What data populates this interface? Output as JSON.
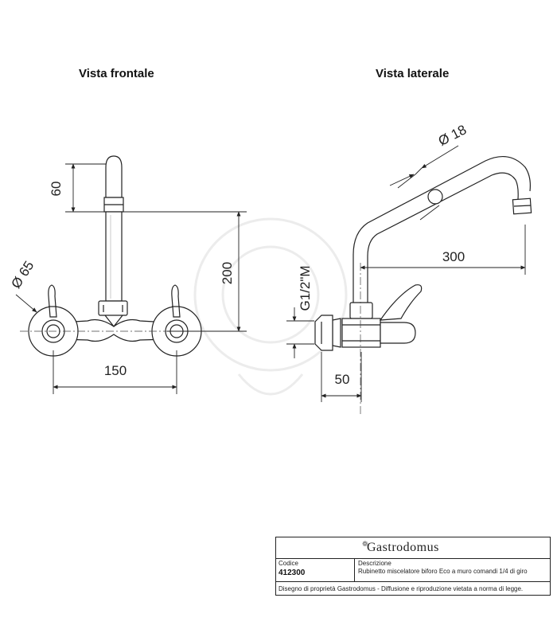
{
  "views": {
    "front_title": "Vista frontale",
    "side_title": "Vista laterale"
  },
  "front_dimensions": {
    "spout_top": "60",
    "height": "200",
    "rosette_diameter": "Ø 65",
    "center_distance": "150"
  },
  "side_dimensions": {
    "pipe_diameter": "Ø 18",
    "projection": "300",
    "thread": "G1/2\"M",
    "depth": "50"
  },
  "title_block": {
    "brand": "Gastrodomus",
    "code_label": "Codice",
    "code_value": "412300",
    "description_label": "Descrizione",
    "description_value": "Rubinetto miscelatore biforo Eco a muro comandi 1/4 di giro",
    "footer": "Disegno di proprietà Gastrodomus - Diffusione e riproduzione vietata a norma di legge."
  },
  "colors": {
    "line": "#222222",
    "watermark": "#ececec"
  }
}
